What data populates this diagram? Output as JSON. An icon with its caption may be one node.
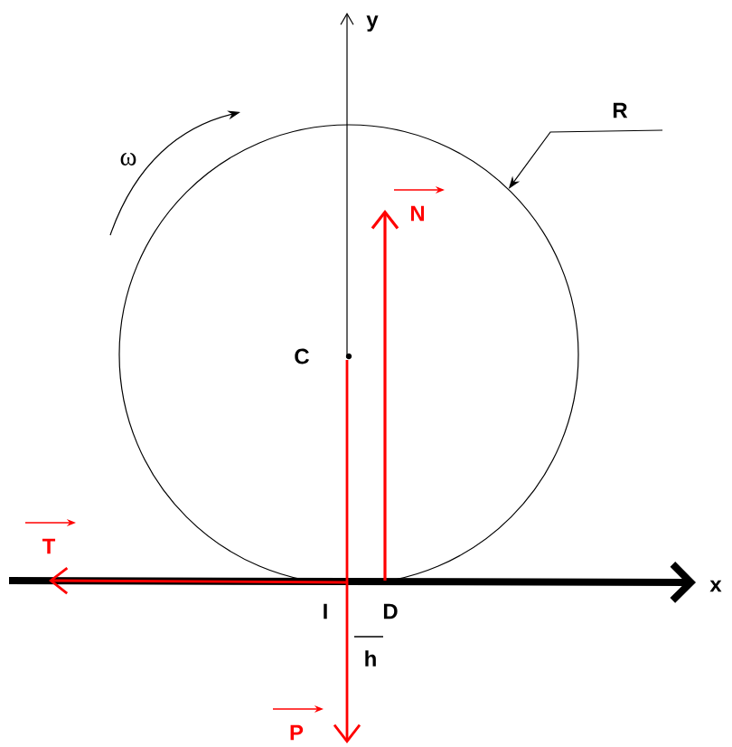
{
  "diagram": {
    "nodes": [
      {
        "text": [
          "R"
        ]
      },
      {
        "text": [],
        "shape": "circle"
      }
    ],
    "edges": [
      {
        "from": 0,
        "to": 1,
        "arrow": "to"
      }
    ],
    "labels": [
      "y",
      "ω",
      "N",
      "C",
      "T",
      "x",
      "I",
      "D",
      "h",
      "P"
    ]
  }
}
